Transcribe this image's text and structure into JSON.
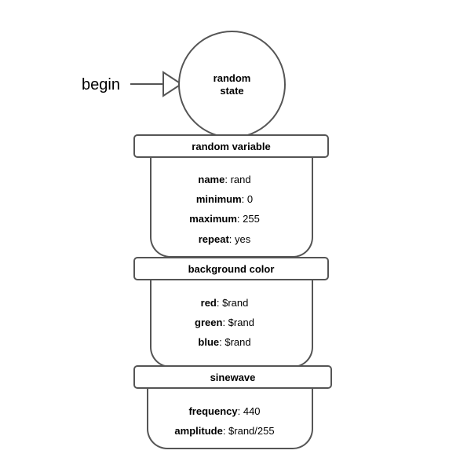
{
  "begin_label": "begin",
  "state": {
    "line1": "random",
    "line2": "state"
  },
  "modules": {
    "random_variable": {
      "title": "random variable",
      "props": [
        {
          "key": "name",
          "value": ": rand"
        },
        {
          "key": "minimum",
          "value": ": 0"
        },
        {
          "key": "maximum",
          "value": ": 255"
        },
        {
          "key": "repeat",
          "value": ": yes"
        }
      ]
    },
    "background_color": {
      "title": "background color",
      "props": [
        {
          "key": "red",
          "value": ": $rand"
        },
        {
          "key": "green",
          "value": ": $rand"
        },
        {
          "key": "blue",
          "value": ": $rand"
        }
      ]
    },
    "sinewave": {
      "title": "sinewave",
      "props": [
        {
          "key": "frequency",
          "value": ": 440"
        },
        {
          "key": "amplitude",
          "value": ": $rand/255"
        }
      ]
    }
  }
}
